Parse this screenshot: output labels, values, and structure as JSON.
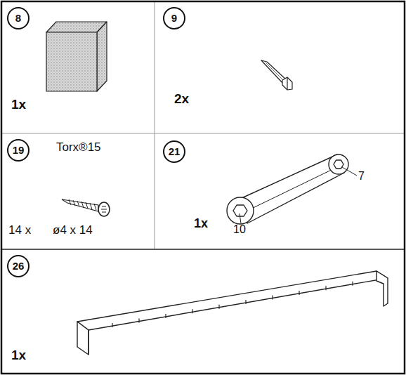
{
  "diagram": {
    "nodes": [
      {
        "text": [
          "8",
          "1x"
        ]
      },
      {
        "text": [
          "9",
          "2x"
        ]
      },
      {
        "text": [
          "19",
          "Torx®15",
          "14 x",
          "ø4 x 14"
        ]
      },
      {
        "text": [
          "21",
          "1x",
          "10",
          "7"
        ]
      },
      {
        "text": [
          "26",
          "1x"
        ]
      }
    ]
  }
}
